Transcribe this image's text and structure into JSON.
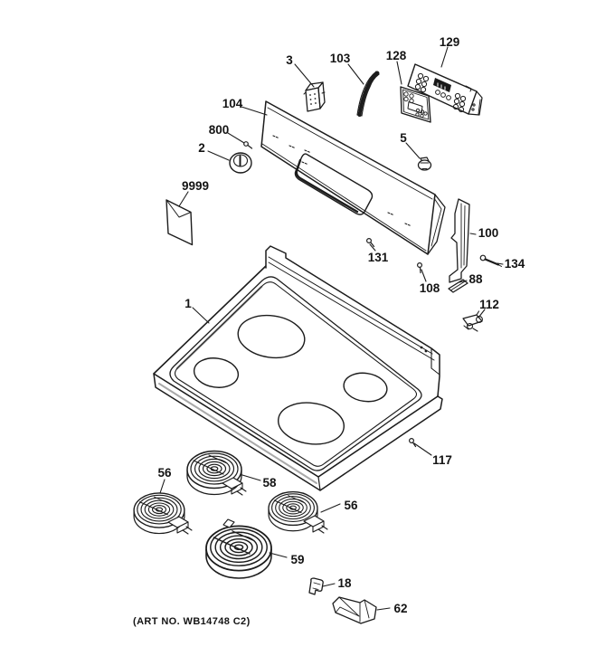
{
  "diagram": {
    "art_number": "(ART NO. WB14748 C2)",
    "colors": {
      "background": "#ffffff",
      "line": "#1c1c1c",
      "display": "#1a1a1a"
    }
  },
  "labels": {
    "p1": "1",
    "p2": "2",
    "p3": "3",
    "p5": "5",
    "p18": "18",
    "p56_left": "56",
    "p56_right": "56",
    "p58": "58",
    "p59": "59",
    "p62": "62",
    "p88": "88",
    "p100": "100",
    "p103": "103",
    "p104": "104",
    "p108": "108",
    "p112": "112",
    "p117": "117",
    "p128": "128",
    "p129": "129",
    "p131": "131",
    "p134": "134",
    "p800": "800",
    "p9999": "9999"
  }
}
